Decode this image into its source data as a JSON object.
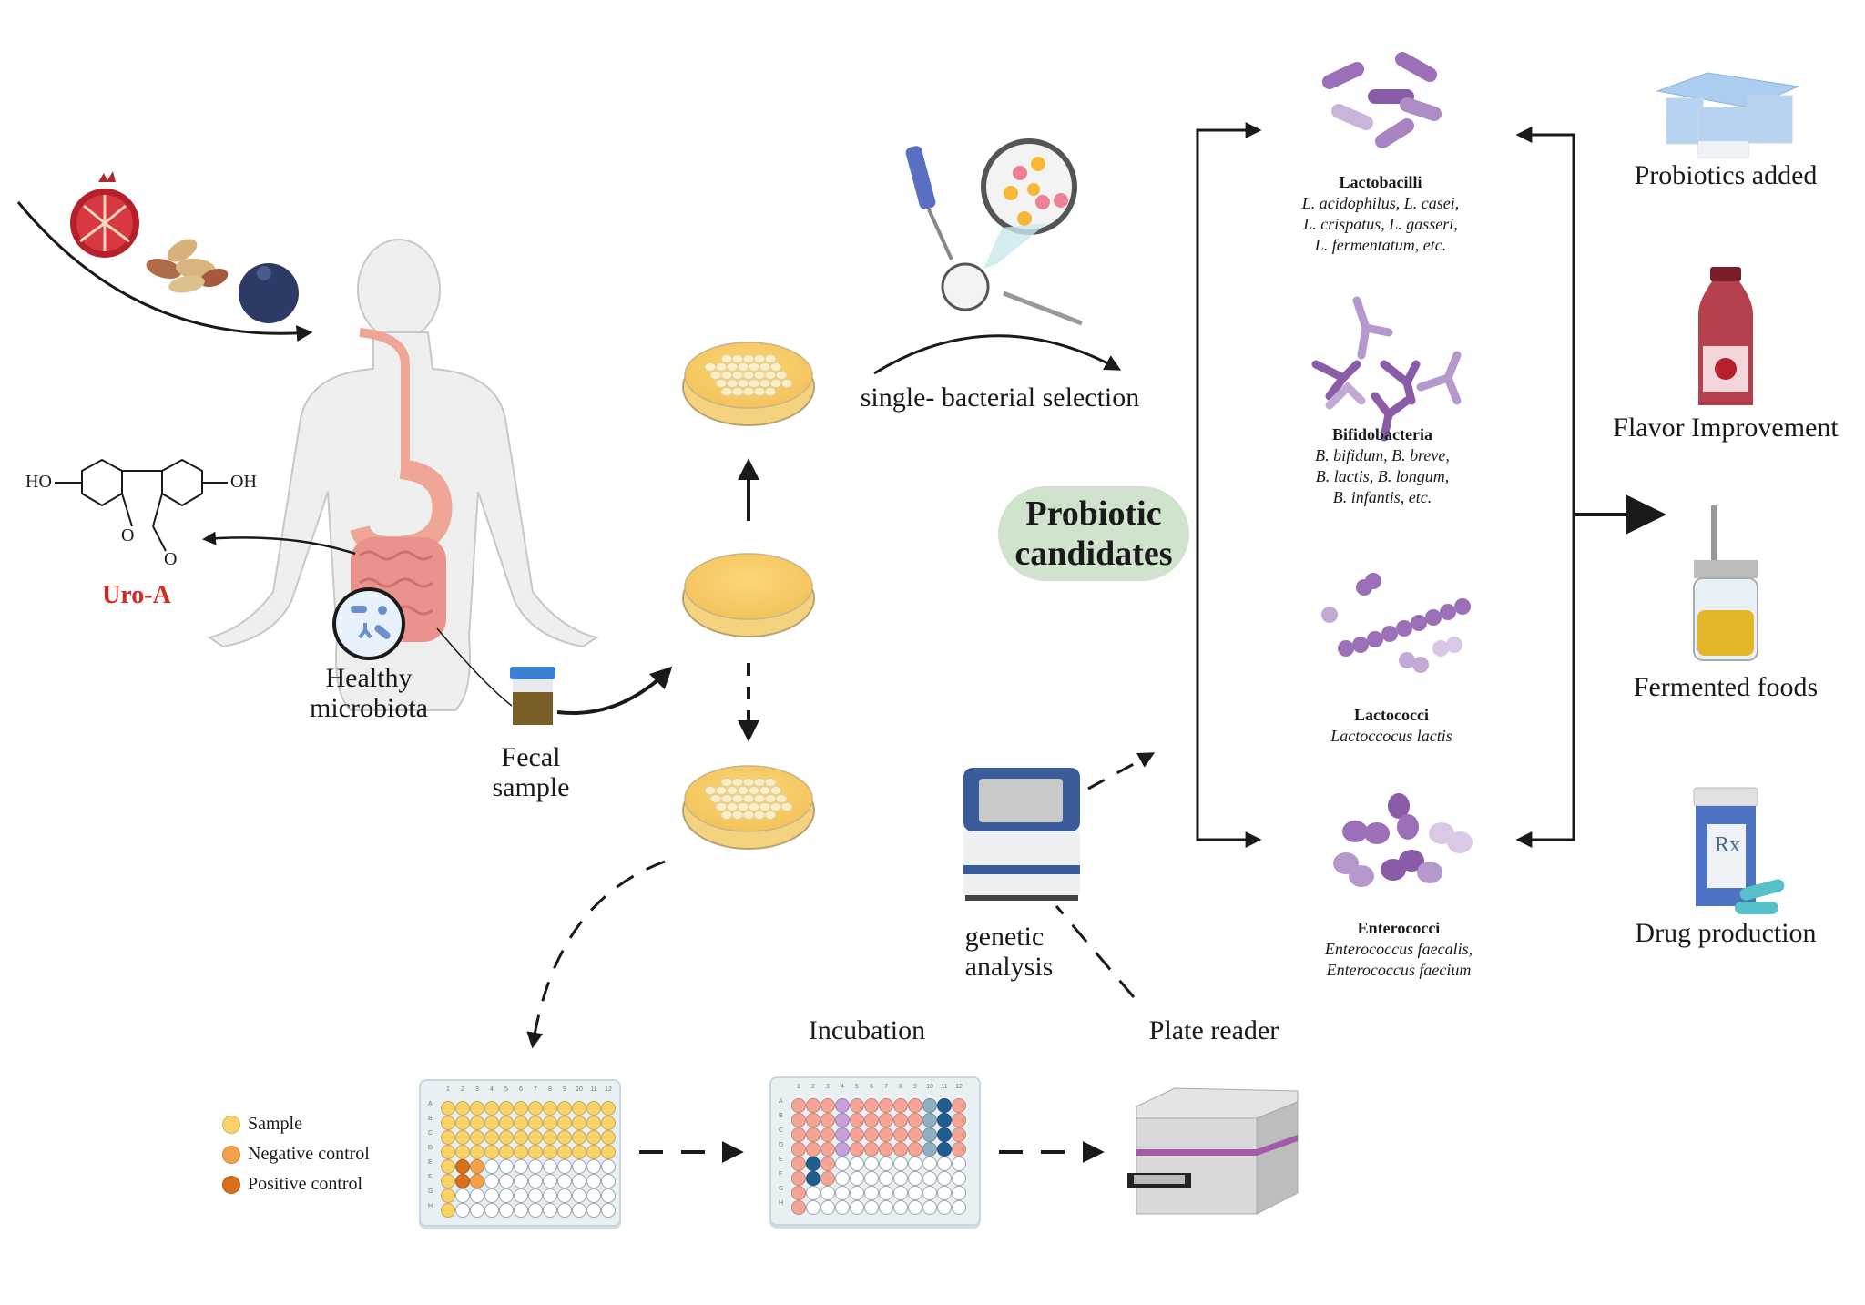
{
  "figure": {
    "diet": {
      "items": [
        "pomegranate",
        "peanuts",
        "blueberry"
      ]
    },
    "metabolite": {
      "label": "Uro-A",
      "label_color": "#d42a1f",
      "left_group": "HO",
      "right_group": "OH",
      "ring_oxygen": "O",
      "carbonyl_oxygen": "O"
    },
    "gut": {
      "label_line1": "Healthy",
      "label_line2": "microbiota"
    },
    "sample": {
      "label_line1": "Fecal",
      "label_line2": "sample"
    },
    "selection": {
      "label": "single- bacterial selection"
    },
    "candidates": {
      "label_line1": "Probiotic",
      "label_line2": "candidates",
      "color": "#cfe3cd"
    },
    "bacteria": [
      {
        "title": "Lactobacilli",
        "species": [
          "L. acidophilus, L. casei,",
          "L. crispatus, L. gasseri,",
          "L. fermentatum, etc."
        ]
      },
      {
        "title": "Bifidobacteria",
        "species": [
          "B. bifidum, B. breve,",
          "B. lactis, B. longum,",
          "B. infantis, etc."
        ]
      },
      {
        "title": "Lactococci",
        "species": [
          "Lactoccocus lactis"
        ]
      },
      {
        "title": "Enterococci",
        "species": [
          "Enterococcus faecalis,",
          "Enterococcus faecium"
        ]
      }
    ],
    "applications": [
      {
        "label": "Probiotics added",
        "icon": "yogurt-cups-icon"
      },
      {
        "label": "Flavor Improvement",
        "icon": "juice-bottle-icon"
      },
      {
        "label": "Fermented foods",
        "icon": "bioreactor-icon"
      },
      {
        "label": "Drug production",
        "icon": "pill-bottle-icon",
        "rx": "Rx"
      }
    ],
    "genetic": {
      "label_line1": "genetic",
      "label_line2": "analysis"
    },
    "assay": {
      "incubation_label": "Incubation",
      "plate_reader_label": "Plate reader",
      "legend": [
        {
          "label": "Sample",
          "color": "#f7d36a"
        },
        {
          "label": "Negative control",
          "color": "#f4a14a"
        },
        {
          "label": "Positive control",
          "color": "#d9701a"
        }
      ],
      "plate_columns": [
        "1",
        "2",
        "3",
        "4",
        "5",
        "6",
        "7",
        "8",
        "9",
        "10",
        "11",
        "12"
      ],
      "plate_rows": [
        "A",
        "B",
        "C",
        "D",
        "E",
        "F",
        "G",
        "H"
      ],
      "plate1_wells": [
        "SSSSSSSSSSSS",
        "SSSSSSSSSSSS",
        "SSSSSSSSSSSS",
        "SSSSSSSSSSSS",
        "SPN.........",
        "SPN.........",
        "S...........",
        "S..........."
      ],
      "plate2_wells": [
        "RRRVRRRRRGBR",
        "RRRVRRRRRGBR",
        "RRRVRRRRRGBR",
        "RRRVRRRRRGBR",
        "RBR.........",
        "RBR.........",
        "R...........",
        "R..........."
      ],
      "well_colors": {
        "S": "#f7d36a",
        "N": "#f4a14a",
        "P": "#d9701a",
        "R": "#f4a596",
        "V": "#c8a0dc",
        "G": "#8fb0bf",
        "B": "#1f5f8f",
        ".": "#ffffff"
      }
    }
  }
}
